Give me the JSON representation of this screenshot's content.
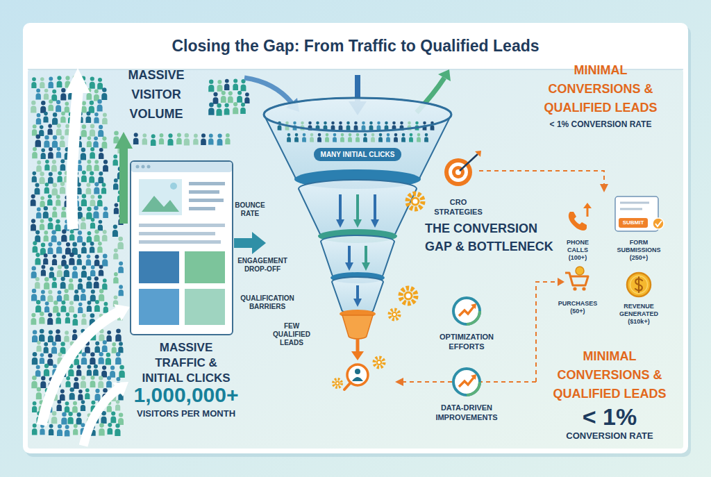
{
  "diagram": {
    "title": "Closing the Gap: From Traffic to Qualified Leads",
    "nodes": [
      {
        "text": [
          "MANY INITIAL CLICKS"
        ]
      },
      {
        "text": [
          "SUBMIT"
        ]
      }
    ],
    "labels": [
      "MASSIVE VISITOR VOLUME",
      "BOUNCE RATE",
      "ENGAGEMENT DROP-OFF",
      "QUALIFICATION BARRIERS",
      "FEW QUALIFIED LEADS",
      "MASSIVE TRAFFIC & INITIAL CLICKS",
      "1,000,000+",
      "VISITORS PER MONTH",
      "CRO STRATEGIES",
      "THE CONVERSION GAP & BOTTLENECK",
      "OPTIMIZATION EFFORTS",
      "DATA-DRIVEN IMPROVEMENTS",
      "MINIMAL CONVERSIONS & QUALIFIED LEADS",
      "< 1% CONVERSION RATE",
      "PHONE CALLS (100+)",
      "FORM SUBMISSIONS (250+)",
      "PURCHASES (50+)",
      "REVENUE GENERATED ($10k+)",
      "MINIMAL CONVERSIONS & QUALIFIED LEADS",
      "< 1%",
      "CONVERSION RATE"
    ]
  }
}
